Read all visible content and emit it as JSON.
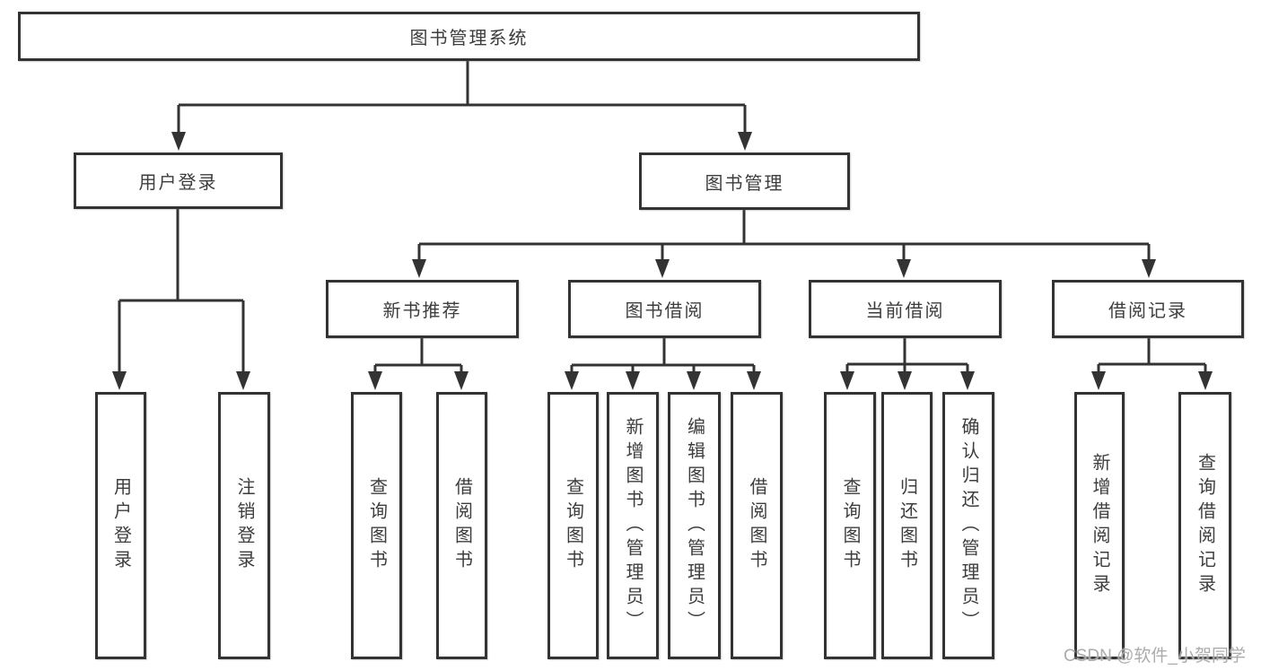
{
  "diagram": {
    "title_node": {
      "label": "图书管理系统"
    },
    "level2": [
      {
        "id": "user-login",
        "label": "用户登录"
      },
      {
        "id": "book-management",
        "label": "图书管理"
      }
    ],
    "level3": [
      {
        "id": "new-book-recommend",
        "label": "新书推荐",
        "parent": "book-management"
      },
      {
        "id": "book-borrow",
        "label": "图书借阅",
        "parent": "book-management"
      },
      {
        "id": "current-borrow",
        "label": "当前借阅",
        "parent": "book-management"
      },
      {
        "id": "borrow-records",
        "label": "借阅记录",
        "parent": "book-management"
      }
    ],
    "leaves": [
      {
        "parent": "user-login",
        "label": "用户登录"
      },
      {
        "parent": "user-login",
        "label": "注销登录"
      },
      {
        "parent": "new-book-recommend",
        "label": "查询图书"
      },
      {
        "parent": "new-book-recommend",
        "label": "借阅图书"
      },
      {
        "parent": "book-borrow",
        "label": "查询图书"
      },
      {
        "parent": "book-borrow",
        "label": "新增图书（管理员）"
      },
      {
        "parent": "book-borrow",
        "label": "编辑图书（管理员）"
      },
      {
        "parent": "book-borrow",
        "label": "借阅图书"
      },
      {
        "parent": "current-borrow",
        "label": "查询图书"
      },
      {
        "parent": "current-borrow",
        "label": "归还图书"
      },
      {
        "parent": "current-borrow",
        "label": "确认归还（管理员）"
      },
      {
        "parent": "borrow-records",
        "label": "新增借阅记录"
      },
      {
        "parent": "borrow-records",
        "label": "查询借阅记录"
      }
    ],
    "watermark": "CSDN @软件_小贺同学",
    "colors": {
      "line": "#333333",
      "box_border": "#333333",
      "text": "#3d3d3d",
      "watermark": "#a8a8a8",
      "background": "#ffffff"
    }
  }
}
